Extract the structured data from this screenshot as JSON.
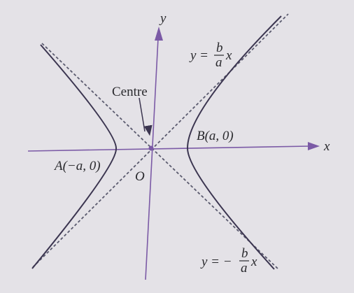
{
  "labels": {
    "y_axis": "y",
    "x_axis": "x",
    "centre": "Centre",
    "origin": "O",
    "vertex_left": "A(−a, 0)",
    "vertex_right": "B(a, 0)",
    "asymptote_pos": {
      "lhs": "y =",
      "num": "b",
      "den": "a",
      "var": "x"
    },
    "asymptote_neg": {
      "lhs": "y = −",
      "num": "b",
      "den": "a",
      "var": "x"
    }
  },
  "colors": {
    "background": "#e4e2e7",
    "axis": "#7b5aa6",
    "curve": "#3b3550",
    "asymptote": "#5a5a6e",
    "text": "#2a2a2e"
  },
  "icons": {
    "x_arrow": "triangle-right-icon",
    "y_arrow": "triangle-up-icon",
    "centre_pointer": "arrow-down-icon"
  }
}
